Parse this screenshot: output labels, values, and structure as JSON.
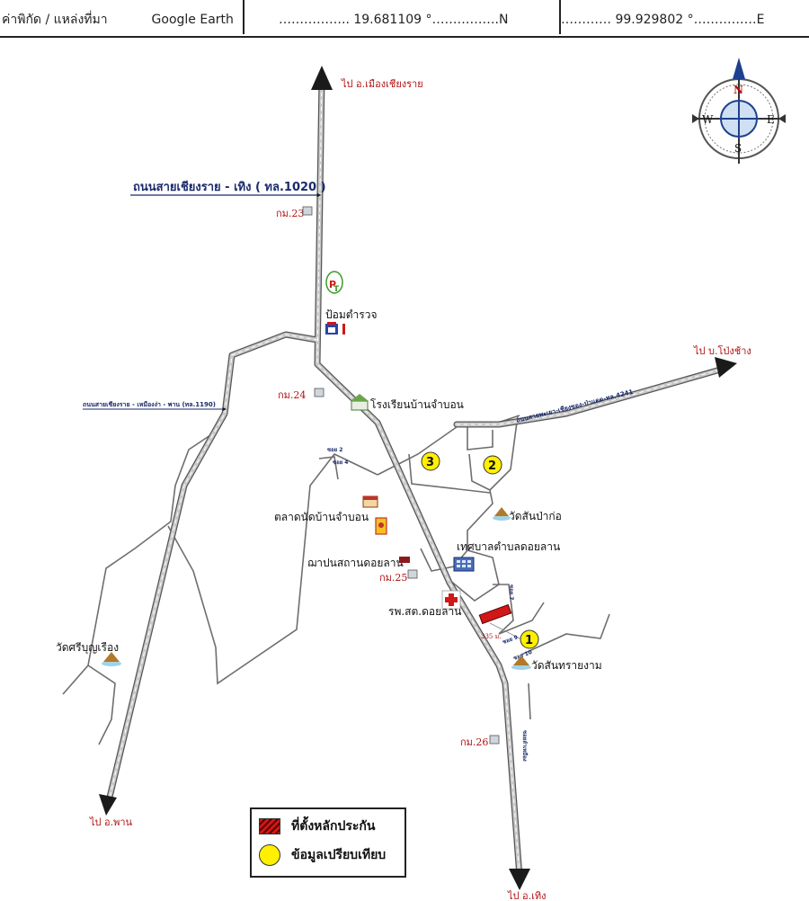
{
  "header": {
    "label": "ค่าพิกัด / แหล่งที่มา",
    "source": "Google Earth",
    "lat_text": "…………….. 19.681109 °…………….N",
    "lon_text": "………… 99.929802 °……………E"
  },
  "compass": {
    "n": "N",
    "e": "E",
    "s": "S",
    "w": "W"
  },
  "roads": {
    "main_road": "ถนนสายเชียงราย - เทิง ( ทล.1020 )",
    "west_road": "ถนนสายเชียงราย - เหมืองง่า - พาน (ทล.1190)",
    "east_road": "ถนนสายพะเยา-เชียงของ-ป่าแดด-ทล.4241"
  },
  "destinations": {
    "north": "ไป อ.เมืองเชียงราย",
    "east": "ไป บ.โป่งช้าง",
    "southwest": "ไป อ.พาน",
    "south": "ไป อ.เทิง"
  },
  "km_markers": {
    "km23": "กม.23",
    "km24": "กม.24",
    "km25": "กม.25",
    "km26": "กม.26"
  },
  "landmarks": {
    "police": "ป้อมตำรวจ",
    "school": "โรงเรียนบ้านจำบอน",
    "market": "ตลาดนัดบ้านจำบอน",
    "crematorium": "ฌาปนสถานดอยลาน",
    "municipality": "เทศบาลตำบลดอยลาน",
    "temple_sanpako": "วัดสันป่าก่อ",
    "hospital": "รพ.สต.ดอยลาน",
    "temple_sansai": "วัดสันทรายงาม",
    "temple_sriboon": "วัดศรีบุญเรือง"
  },
  "sois": {
    "soi2": "ซอย 2",
    "soi4": "ซอย 4",
    "soi9": "ซอย 9",
    "soi10": "ซอย 10",
    "soi7": "ซอย 7",
    "soi_s": "ซอยลำเหมือง"
  },
  "distance": "335 ม.",
  "comparables": [
    "1",
    "2",
    "3"
  ],
  "legend": {
    "collateral": "ที่ตั้งหลักประกัน",
    "comparison": "ข้อมูลเปรียบเทียบ"
  },
  "colors": {
    "road_fill": "#c8c8c8",
    "road_edge": "#555555",
    "line": "#6e6e6e",
    "label_red": "#b01010",
    "label_blue": "#1a2a6c",
    "marker_yellow": "#ffef00",
    "collateral_red": "#d01818",
    "compass_blue": "#1f3f8f"
  }
}
